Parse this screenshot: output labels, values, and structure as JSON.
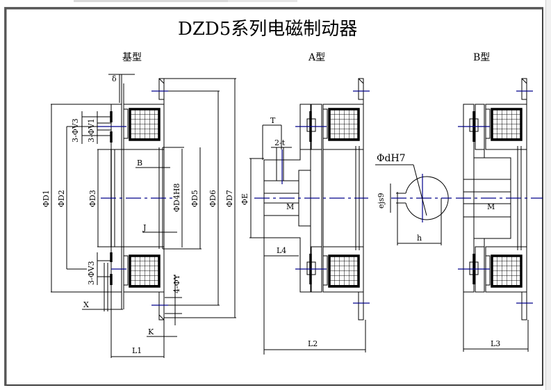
{
  "drawing": {
    "title": "DZD5系列电磁制动器",
    "views": [
      {
        "id": "base",
        "label": "基型"
      },
      {
        "id": "a",
        "label": "A型"
      },
      {
        "id": "b",
        "label": "B型"
      }
    ],
    "base_dims": {
      "delta": "δ",
      "v3_top": "3-ΦV3",
      "v1": "3-ΦV1",
      "v3_bottom": "3-ΦV3",
      "d1": "ΦD1",
      "d2": "ΦD2",
      "d3": "ΦD3",
      "d4": "ΦD4H8",
      "d5": "ΦD5",
      "d6": "ΦD6",
      "d7": "ΦD7",
      "b": "B",
      "j": "J",
      "x": "X",
      "y": "4-ΦY",
      "k": "K",
      "l1": "L1"
    },
    "a_dims": {
      "t_upper": "T",
      "t_keys": "2-t",
      "e": "ΦE",
      "m": "M",
      "l4": "L4",
      "l2": "L2"
    },
    "shaft_dims": {
      "d": "ΦdH7",
      "e": "ejs9",
      "h": "h"
    },
    "b_dims": {
      "m": "M",
      "l3": "L3"
    },
    "colors": {
      "line": "#000000",
      "centerline": "#00008b",
      "frame": "#333333"
    }
  }
}
